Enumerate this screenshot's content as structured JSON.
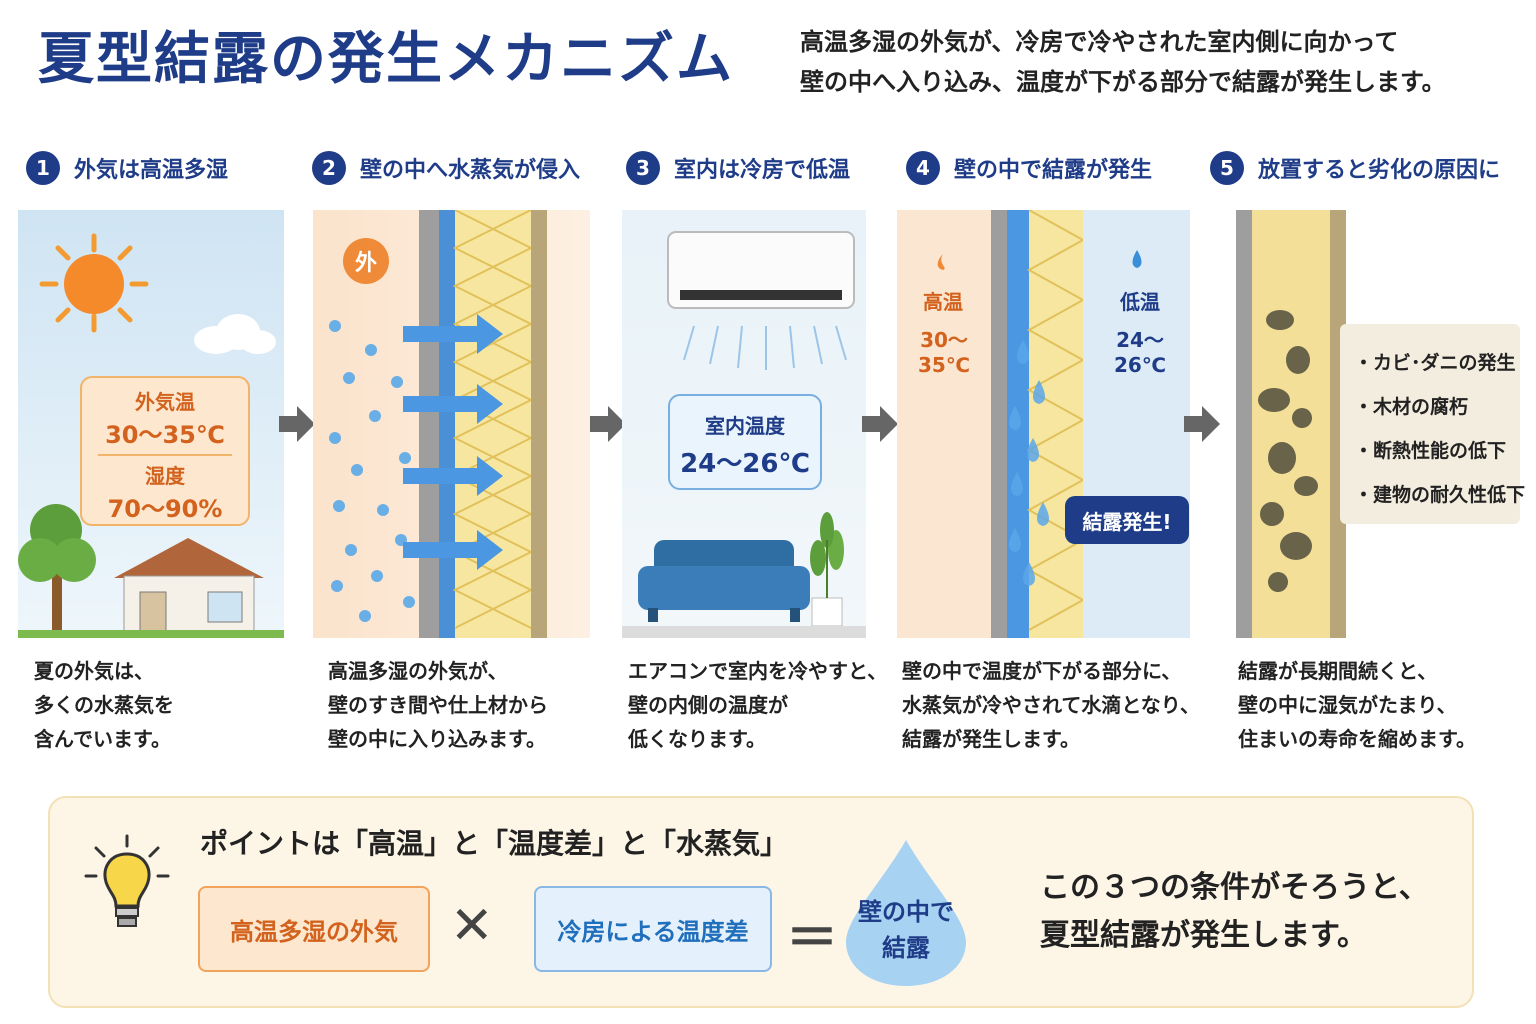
{
  "title": "夏型結露の発生メカニズム",
  "lead": [
    "高温多湿の外気が、冷房で冷やされた室内側に向かって",
    "壁の中へ入り込み、温度が下がる部分で結露が発生します。"
  ],
  "steps": [
    {
      "num": "1",
      "title": "外気は高温多湿",
      "desc": [
        "夏の外気は、",
        "多くの水蒸気を",
        "含んでいます。"
      ]
    },
    {
      "num": "2",
      "title": "壁の中へ水蒸気が侵入",
      "desc": [
        "高温多湿の外気が、",
        "壁のすき間や仕上材から",
        "壁の中に入り込みます。"
      ]
    },
    {
      "num": "3",
      "title": "室内は冷房で低温",
      "desc": [
        "エアコンで室内を冷やすと、",
        "壁の内側の温度が",
        "低くなります。"
      ]
    },
    {
      "num": "4",
      "title": "壁の中で結露が発生",
      "desc": [
        "壁の中で温度が下がる部分に、",
        "水蒸気が冷やされて水滴となり、",
        "結露が発生します。"
      ]
    },
    {
      "num": "5",
      "title": "放置すると劣化の原因に",
      "desc": [
        "結露が長期間続くと、",
        "壁の中に湿気がたまり、",
        "住まいの寿命を縮めます。"
      ]
    }
  ],
  "panel1": {
    "temp_label": "外気温",
    "temp_value": "30～35℃",
    "humid_label": "湿度",
    "humid_value": "70～90%"
  },
  "panel2": {
    "badge": "外"
  },
  "panel3": {
    "label": "室内温度",
    "value": "24～26℃"
  },
  "panel4": {
    "hot_label": "高温",
    "hot_value": "30～35℃",
    "cold_label": "低温",
    "cold_value": "24～26℃",
    "callout": "結露発生!"
  },
  "panel5": {
    "effects": [
      "・カビ･ダニの発生",
      "・木材の腐朽",
      "・断熱性能の低下",
      "・建物の耐久性低下"
    ]
  },
  "point": {
    "heading": "ポイントは「高温」と「温度差」と「水蒸気」",
    "factor1": "高温多湿の外気",
    "times": "✕",
    "factor2": "冷房による温度差",
    "equals": "＝",
    "result": [
      "壁の中で",
      "結露"
    ],
    "conclusion": [
      "この３つの条件がそろうと、",
      "夏型結露が発生します。"
    ]
  },
  "colors": {
    "navy": "#1f3c88",
    "orange": "#e8762b",
    "blue": "#3b8fd9",
    "insulation": "#f6e6a0"
  },
  "icons": [
    "sun-icon",
    "cloud-icon",
    "house-icon",
    "tree-icon",
    "air-conditioner-icon",
    "sofa-icon",
    "plant-icon",
    "lightbulb-icon",
    "water-drop-icon",
    "arrow-right-icon",
    "flame-icon"
  ]
}
